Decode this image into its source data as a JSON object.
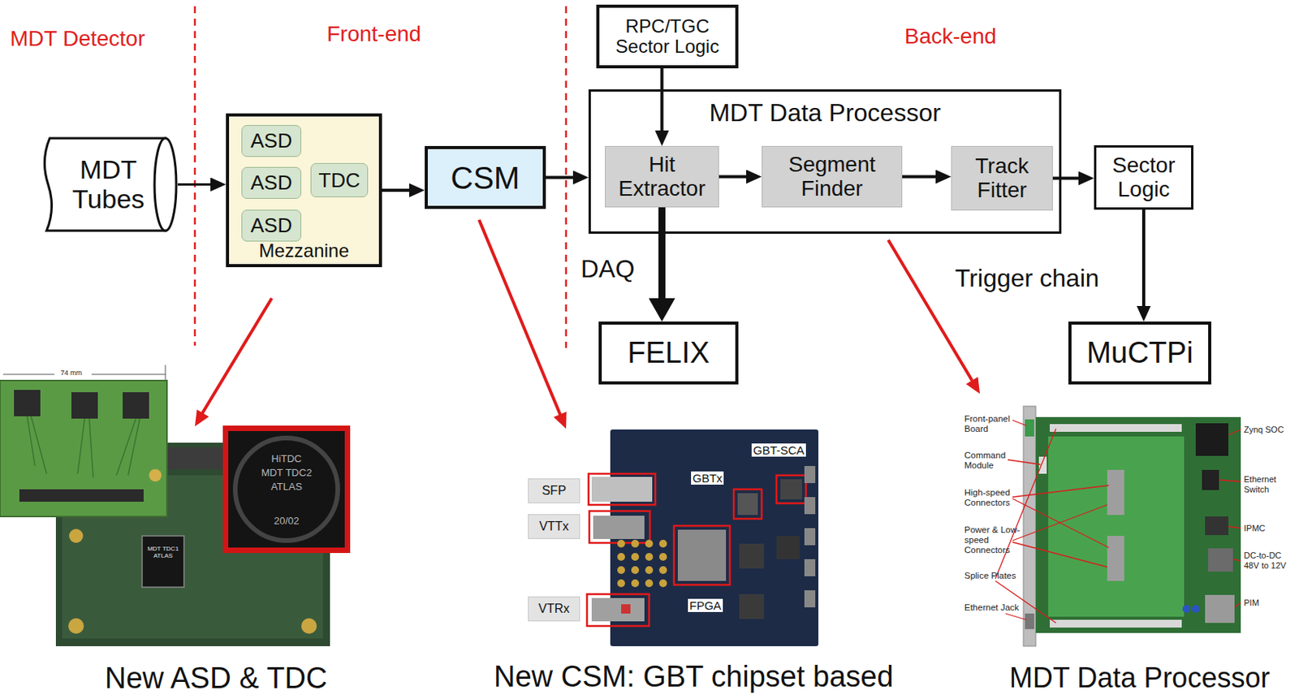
{
  "diagram": {
    "nodes": [
      {
        "text": [
          "MDT Tubes"
        ]
      },
      {
        "text": [
          "Mezzanine"
        ]
      },
      {
        "text": [
          "ASD"
        ],
        "in": 1
      },
      {
        "text": [
          "ASD"
        ],
        "in": 1
      },
      {
        "text": [
          "ASD"
        ],
        "in": 1
      },
      {
        "text": [
          "TDC"
        ],
        "in": 1
      },
      {
        "text": [
          "CSM"
        ]
      },
      {
        "text": [
          "RPC/TGC Sector Logic"
        ]
      },
      {
        "text": [
          "MDT Data Processor"
        ]
      },
      {
        "text": [
          "Hit Extractor"
        ],
        "in": 8
      },
      {
        "text": [
          "Segment Finder"
        ],
        "in": 8
      },
      {
        "text": [
          "Track Fitter"
        ],
        "in": 8
      },
      {
        "text": [
          "Sector Logic"
        ]
      },
      {
        "text": [
          "FELIX"
        ]
      },
      {
        "text": [
          "MuCTPi"
        ]
      },
      {
        "text": [
          "SFP"
        ]
      },
      {
        "text": [
          "VTTx"
        ]
      },
      {
        "text": [
          "VTRx"
        ]
      }
    ],
    "edges": [
      {
        "from": 0,
        "to": 1,
        "arrow": "to"
      },
      {
        "from": 1,
        "to": 6,
        "arrow": "to"
      },
      {
        "from": 6,
        "to": 8,
        "arrow": "to"
      },
      {
        "from": 7,
        "to": 9,
        "arrow": "to"
      },
      {
        "from": 9,
        "to": 10,
        "arrow": "to"
      },
      {
        "from": 10,
        "to": 11,
        "arrow": "to"
      },
      {
        "from": 11,
        "to": 12,
        "arrow": "to"
      },
      {
        "from": 9,
        "to": 13,
        "arrow": "to"
      },
      {
        "from": 12,
        "to": 14,
        "arrow": "to"
      }
    ],
    "labels": [
      "MDT Detector",
      "Front-end",
      "Back-end",
      "DAQ",
      "Trigger chain",
      "74 mm",
      "MDT TDC1 ATLAS",
      "HiTDC",
      "MDT TDC2",
      "ATLAS",
      "20/02",
      "GBT-SCA",
      "GBTx",
      "FPGA",
      "Front-panel Board",
      "Command Module",
      "High-speed Connectors",
      "Power & Low-speed Connectors",
      "Splice Plates",
      "Ethernet Jack",
      "Zynq SOC",
      "Ethernet Switch",
      "IPMC",
      "DC-to-DC 48V to 12V",
      "PIM",
      "New ASD & TDC",
      "New CSM: GBT chipset based",
      "MDT Data Processor"
    ]
  }
}
